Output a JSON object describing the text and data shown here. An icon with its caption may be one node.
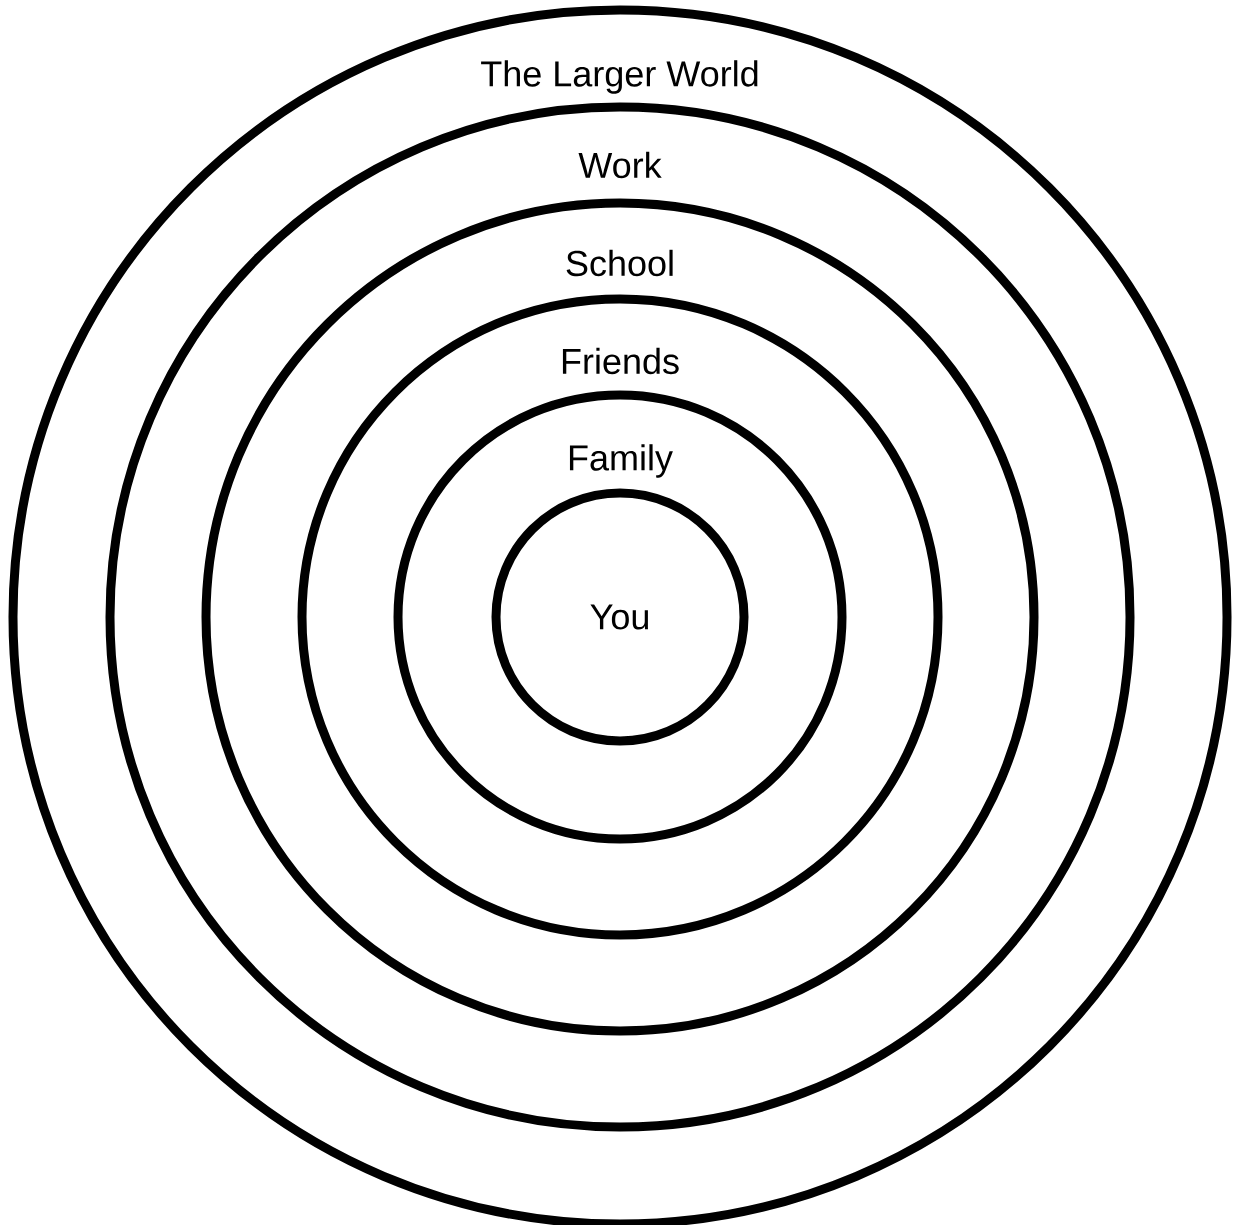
{
  "diagram": {
    "nodes": [
      {
        "text": [
          "The Larger World"
        ]
      },
      {
        "text": [
          "Work"
        ],
        "in": 0
      },
      {
        "text": [
          "School"
        ],
        "in": 1
      },
      {
        "text": [
          "Friends"
        ],
        "in": 2
      },
      {
        "text": [
          "Family"
        ],
        "in": 3
      },
      {
        "text": [
          "You"
        ],
        "in": 4
      }
    ]
  }
}
